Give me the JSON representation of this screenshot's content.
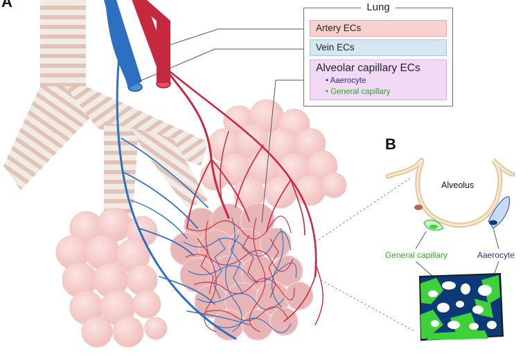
{
  "panels": {
    "a": "A",
    "b": "B"
  },
  "legend": {
    "title": "Lung",
    "artery": "Artery ECs",
    "vein": "Vein ECs",
    "alveolar": "Alveolar capillary ECs",
    "aerocyte": "Aaerocyte",
    "general": "General capillary",
    "bullet": "•"
  },
  "panel_b": {
    "alveolus": "Alveolus",
    "general": "General capillary",
    "aerocyte": "Aaerocyte"
  },
  "colors": {
    "artery": "#c8283f",
    "vein": "#2d6fc0",
    "alveoli": "#f6cfcd",
    "airway_light": "#efe9e2",
    "airway_stripe": "#e3c3b7",
    "aerocyte_fill": "#0b3a77",
    "general_fill": "#3fd13a"
  }
}
